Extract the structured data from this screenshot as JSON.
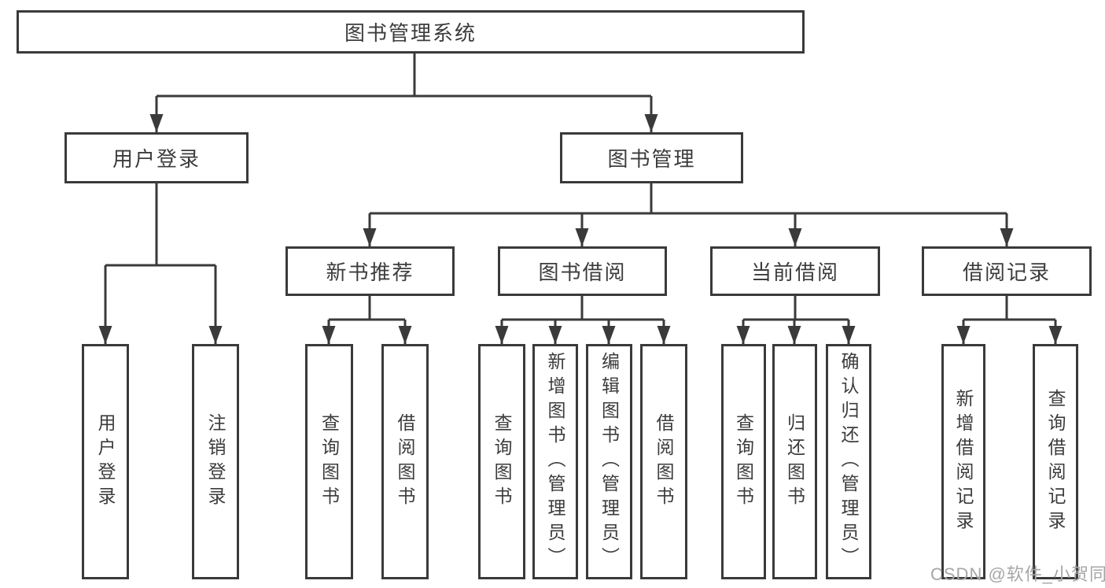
{
  "diagram": {
    "root": {
      "label": "图书管理系统"
    },
    "branches": [
      {
        "label": "用户登录",
        "children": [
          {
            "label": "用户登录"
          },
          {
            "label": "注销登录"
          }
        ]
      },
      {
        "label": "图书管理",
        "sections": [
          {
            "label": "新书推荐",
            "children": [
              {
                "label": "查询图书"
              },
              {
                "label": "借阅图书"
              }
            ]
          },
          {
            "label": "图书借阅",
            "children": [
              {
                "label": "查询图书"
              },
              {
                "label": "新增图书（管理员）"
              },
              {
                "label": "编辑图书（管理员）"
              },
              {
                "label": "借阅图书"
              }
            ]
          },
          {
            "label": "当前借阅",
            "children": [
              {
                "label": "查询图书"
              },
              {
                "label": "归还图书"
              },
              {
                "label": "确认归还（管理员）"
              }
            ]
          },
          {
            "label": "借阅记录",
            "children": [
              {
                "label": "新增借阅记录"
              },
              {
                "label": "查询借阅记录"
              }
            ]
          }
        ]
      }
    ]
  },
  "watermark": {
    "text": "CSDN @软件_小贺同学"
  },
  "colors": {
    "line": "#3a3a3a",
    "text": "#3c3c3c",
    "watermark": "#a6a6a6",
    "background": "#ffffff"
  }
}
